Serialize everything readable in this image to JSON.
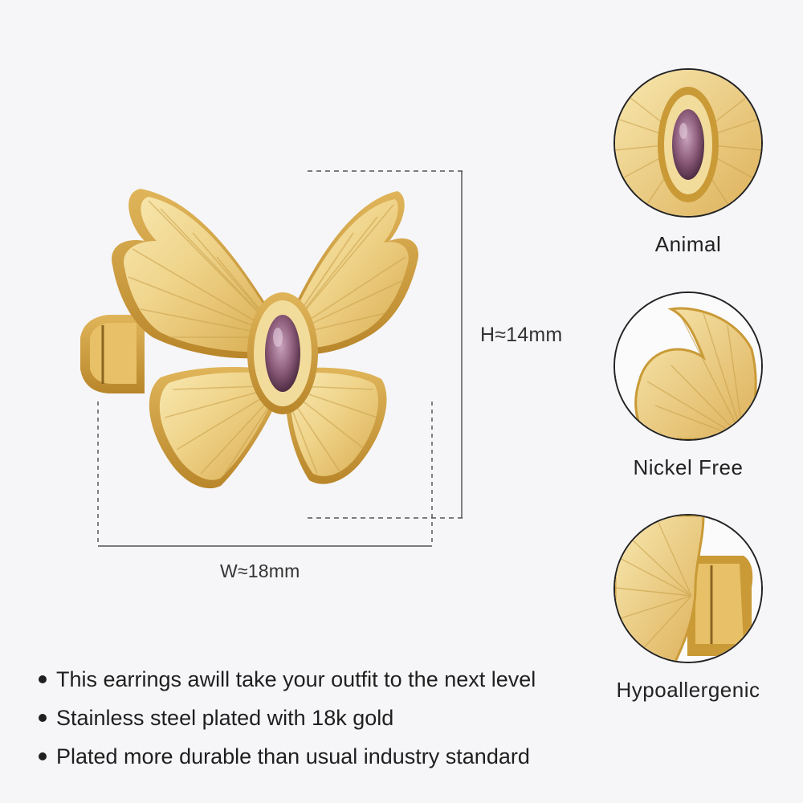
{
  "dimensions": {
    "height_label": "H≈14mm",
    "width_label": "W≈18mm"
  },
  "features": [
    {
      "label": "Animal",
      "icon": "gem-closeup-icon"
    },
    {
      "label": "Nickel Free",
      "icon": "wing-closeup-icon"
    },
    {
      "label": "Hypoallergenic",
      "icon": "earring-back-closeup-icon"
    }
  ],
  "bullets": [
    "This earrings awill take your outfit to the next level",
    "Stainless steel plated with 18k gold",
    "Plated more durable than usual industry standard"
  ],
  "colors": {
    "background": "#f6f6f8",
    "gold_light": "#f6e3a6",
    "gold_mid": "#e8c66d",
    "gold_dark": "#c99a36",
    "gem": "#8a5a78",
    "gem_highlight": "#c9a3bd",
    "measure_line": "#333333"
  }
}
